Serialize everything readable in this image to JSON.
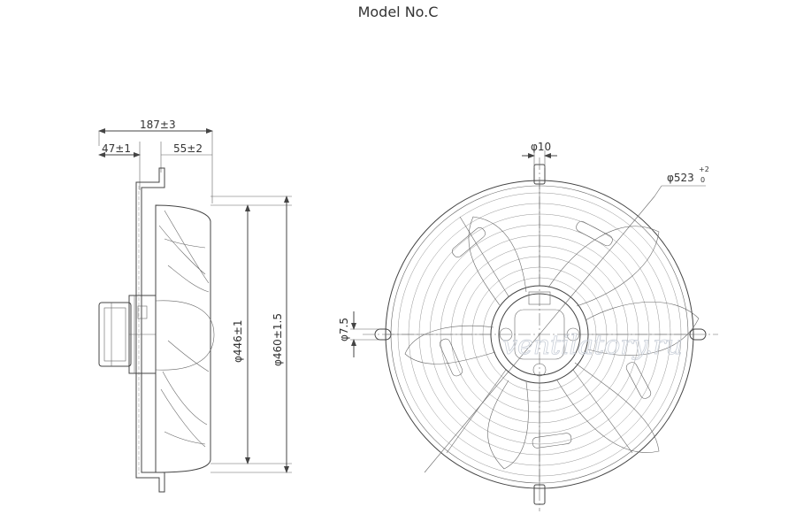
{
  "title": "Model No.C",
  "side_view": {
    "overall_depth": "187±3",
    "flange_offset": "47±1",
    "blade_depth": "55±2",
    "dia_inner": "φ446±1",
    "dia_outer": "φ460±1.5"
  },
  "front_view": {
    "bolt_dia": "φ10",
    "outer_dia": "φ523",
    "outer_dia_tol_upper": "+2",
    "outer_dia_tol_lower": "0",
    "lug_dia": "φ7.5"
  },
  "watermark": "ventilatory.ru"
}
